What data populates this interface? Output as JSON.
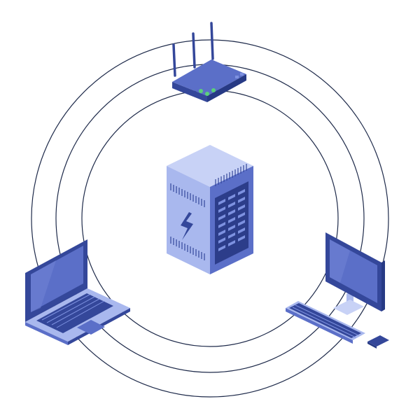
{
  "diagram": {
    "nodes": [
      {
        "id": "router",
        "icon": "router-icon"
      },
      {
        "id": "server",
        "icon": "server-rack-icon"
      },
      {
        "id": "laptop",
        "icon": "laptop-icon"
      },
      {
        "id": "desktop",
        "icon": "desktop-computer-icon"
      }
    ],
    "rings": 3
  },
  "colors": {
    "ring": "#1e2a4a",
    "dark": "#34479a",
    "mid": "#5b6fc8",
    "light": "#a9b8ee",
    "pale": "#c8d2f6",
    "led": "#5ad07a"
  }
}
